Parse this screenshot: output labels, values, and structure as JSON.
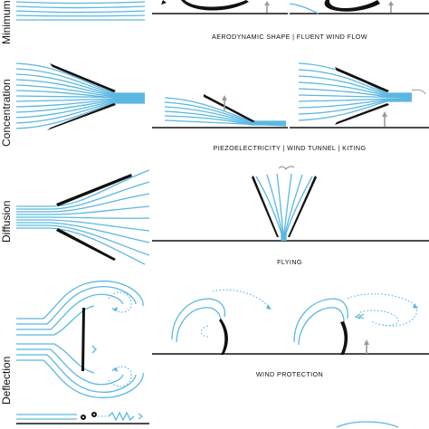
{
  "rows": [
    {
      "id": "minimum",
      "label": "Minimum",
      "caption": "AERODYNAMIC SHAPE   |   FLUENT WIND FLOW"
    },
    {
      "id": "concentration",
      "label": "Concentration",
      "caption": "PIEZOELECTRICITY   |   WIND TUNNEL   |   KITING"
    },
    {
      "id": "diffusion",
      "label": "Diffusion",
      "caption": "FLYING"
    },
    {
      "id": "deflection",
      "label": "Deflection",
      "caption": "WIND PROTECTION"
    }
  ],
  "colors": {
    "wind_flow": "#5bb8e0",
    "shape": "#111111",
    "indicator_arrow": "#9a9a9a",
    "background": "#ffffff"
  },
  "icons": [
    "wind-flow-lines",
    "aerodynamic-blade",
    "ground-line",
    "upward-arrow",
    "bird-icon",
    "vortex-swirl",
    "wave-oscillation"
  ]
}
